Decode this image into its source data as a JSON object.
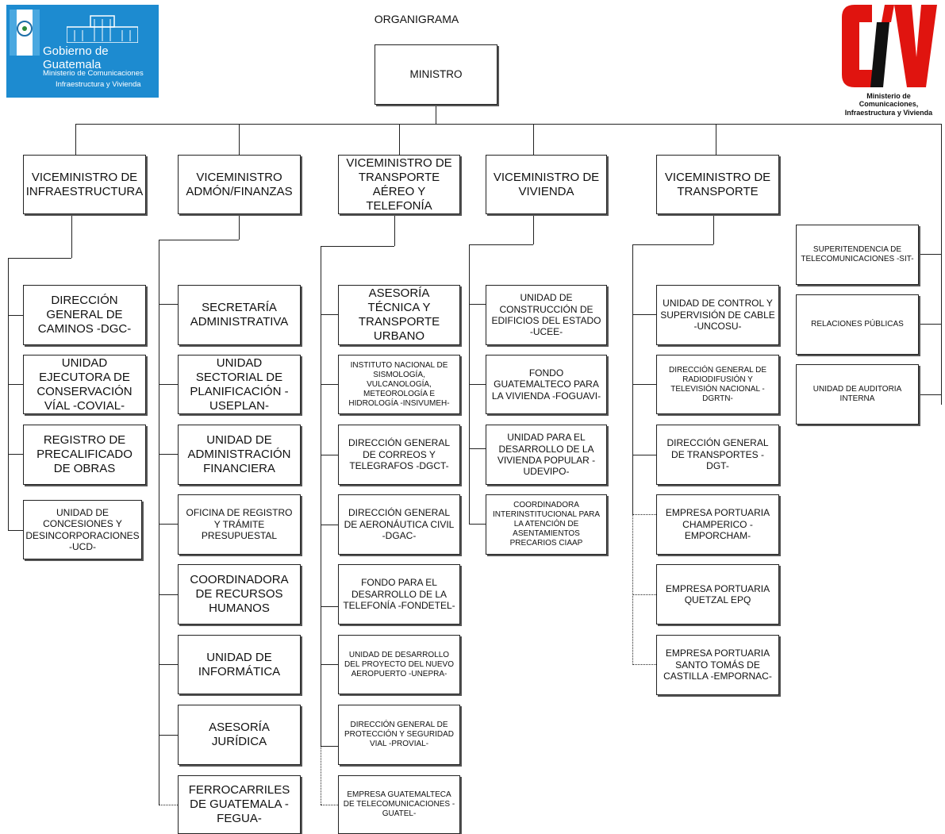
{
  "header": {
    "title": "ORGANIGRAMA",
    "gov_logo": {
      "name": "Gobierno de Guatemala",
      "sub1": "Ministerio de Comunicaciones",
      "sub2": "Infraestructura y Vivienda",
      "color": "#1d8bd0"
    },
    "civ_logo": {
      "letters": "CIV",
      "caption_line1": "Ministerio de Comunicaciones,",
      "caption_line2": "Infraestructura y Vivienda",
      "red": "#e0140f",
      "black": "#111111"
    }
  },
  "minister": "MINISTRO",
  "vice": {
    "infra": "VICEMINISTRO DE INFRAESTRUCTURA",
    "admin": "VICEMINISTRO ADMÓN/FINANZAS",
    "aereo": "VICEMINISTRO DE TRANSPORTE AÉREO Y TELEFONÍA",
    "vivienda": "VICEMINISTRO DE VIVIENDA",
    "transporte": "VICEMINISTRO DE TRANSPORTE"
  },
  "infra_units": [
    "DIRECCIÓN GENERAL DE CAMINOS -DGC-",
    "UNIDAD EJECUTORA DE CONSERVACIÓN VÍAL -COVIAL-",
    "REGISTRO DE PRECALIFICADO DE OBRAS",
    "UNIDAD DE CONCESIONES Y DESINCORPORACIONES -UCD-"
  ],
  "admin_units": [
    "SECRETARÍA ADMINISTRATIVA",
    "UNIDAD SECTORIAL DE PLANIFICACIÓN -USEPLAN-",
    "UNIDAD DE ADMINISTRACIÓN FINANCIERA",
    "OFICINA DE REGISTRO Y TRÁMITE PRESUPUESTAL",
    "COORDINADORA DE RECURSOS HUMANOS",
    "UNIDAD DE INFORMÁTICA",
    "ASESORÍA JURÍDICA",
    "FERROCARRILES DE GUATEMALA -FEGUA-"
  ],
  "aereo_units": [
    "ASESORÍA TÉCNICA Y TRANSPORTE URBANO",
    "INSTITUTO NACIONAL DE SISMOLOGÍA, VULCANOLOGÍA, METEOROLOGÍA E HIDROLOGÍA -INSIVUMEH-",
    "DIRECCIÓN GENERAL DE CORREOS Y TELEGRAFOS -DGCT-",
    "DIRECCIÓN GENERAL DE AERONÁUTICA CIVIL -DGAC-",
    "FONDO PARA EL DESARROLLO DE LA TELEFONÍA -FONDETEL-",
    "UNIDAD DE DESARROLLO DEL PROYECTO DEL NUEVO AEROPUERTO -UNEPRA-",
    "DIRECCIÓN GENERAL DE PROTECCIÓN Y SEGURIDAD VIAL -PROVIAL-",
    "EMPRESA GUATEMALTECA DE TELECOMUNICACIONES -GUATEL-"
  ],
  "vivienda_units": [
    "UNIDAD DE CONSTRUCCIÓN DE EDIFICIOS DEL ESTADO -UCEE-",
    "FONDO GUATEMALTECO PARA LA VIVIENDA -FOGUAVI-",
    "UNIDAD PARA EL DESARROLLO DE LA VIVIENDA POPULAR -UDEVIPO-",
    "COORDINADORA INTERINSTITUCIONAL PARA LA ATENCIÓN DE ASENTAMIENTOS PRECARIOS CIAAP"
  ],
  "transporte_units": [
    "UNIDAD DE CONTROL Y SUPERVISIÓN DE CABLE -UNCOSU-",
    "DIRECCIÓN GENERAL DE RADIODIFUSIÓN Y TELEVISIÓN NACIONAL -DGRTN-",
    "DIRECCIÓN GENERAL DE TRANSPORTES -DGT-",
    "EMPRESA PORTUARIA CHAMPERICO -EMPORCHAM-",
    "EMPRESA PORTUARIA QUETZAL EPQ",
    "EMPRESA PORTUARIA SANTO TOMÁS DE CASTILLA -EMPORNAC-"
  ],
  "staff_units": [
    "SUPERITENDENCIA DE TELECOMUNICACIONES -SIT-",
    "RELACIONES PÚBLICAS",
    "UNIDAD DE AUDITORIA INTERNA"
  ]
}
